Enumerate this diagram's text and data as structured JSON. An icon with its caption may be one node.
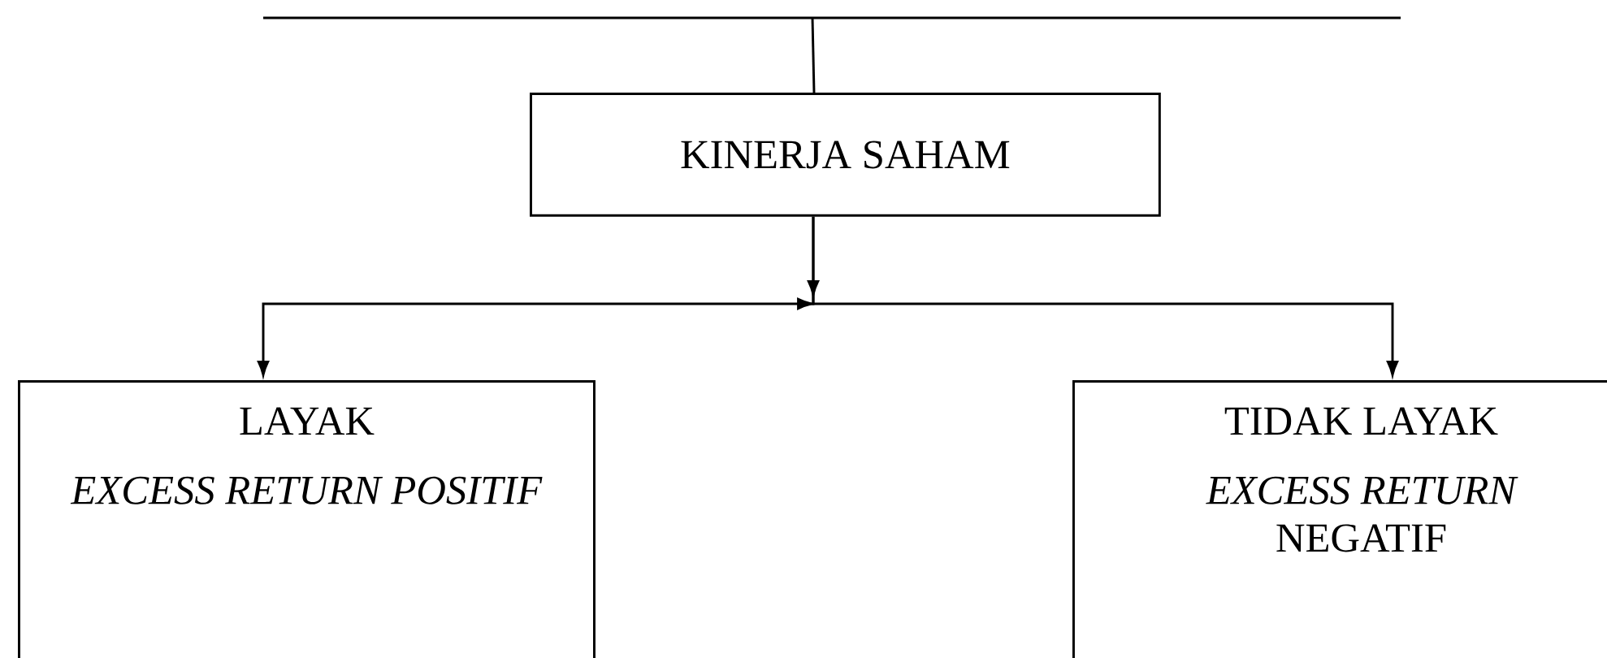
{
  "diagram": {
    "nodes": [
      {
        "text": [
          "KINERJA SAHAM"
        ]
      },
      {
        "text": [
          "LAYAK",
          "*EXCESS RETURN POSITIF*"
        ]
      },
      {
        "text": [
          "TIDAK LAYAK",
          "*EXCESS RETURN* NEGATIF"
        ]
      }
    ],
    "edges": [
      {
        "from": null,
        "to": 0,
        "arrow": "none"
      },
      {
        "from": 0,
        "to": 1,
        "arrow": "to"
      },
      {
        "from": 0,
        "to": 2,
        "arrow": "to"
      }
    ]
  }
}
